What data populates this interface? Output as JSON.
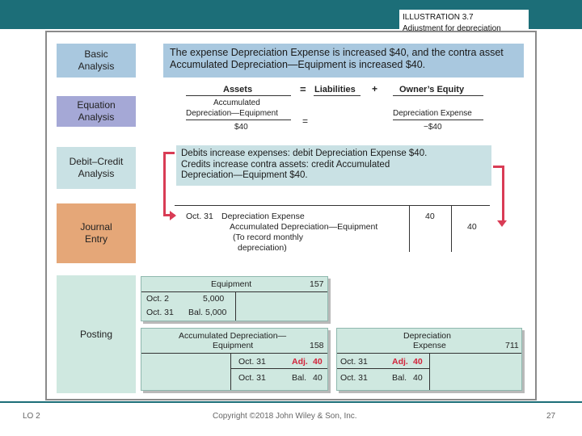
{
  "illustration": {
    "number": "ILLUSTRATION 3.7",
    "caption": "Adjustment for depreciation"
  },
  "labels": {
    "basic": "Basic\nAnalysis",
    "equation": "Equation\nAnalysis",
    "debit_credit": "Debit–Credit\nAnalysis",
    "journal": "Journal\nEntry",
    "posting": "Posting"
  },
  "basic_analysis": "The expense Depreciation Expense is increased $40, and the contra asset Accumulated Depreciation—Equipment is increased $40.",
  "equation": {
    "assets": "Assets",
    "equals": "=",
    "liabilities": "Liabilities",
    "plus": "+",
    "owners_equity": "Owner’s Equity",
    "asset_account_line1": "Accumulated",
    "asset_account_line2": "Depreciation—Equipment",
    "asset_amount": "$40",
    "equals2": "=",
    "equity_account": "Depreciation Expense",
    "equity_amount": "−$40"
  },
  "debit_credit": {
    "line1": "Debits increase expenses: debit Depreciation Expense $40.",
    "line2": "Credits increase contra assets: credit Accumulated",
    "line3": "Depreciation—Equipment $40."
  },
  "journal": {
    "date": "Oct. 31",
    "debit_account": "Depreciation Expense",
    "credit_account": "Accumulated Depreciation—Equipment",
    "memo1": "(To record monthly",
    "memo2": "depreciation)",
    "debit_amount": "40",
    "credit_amount": "40"
  },
  "posting": {
    "equipment": {
      "title": "Equipment",
      "number": "157",
      "row1_date": "Oct. 2",
      "row1_amt": "5,000",
      "row2_date": "Oct. 31",
      "row2_amt": "Bal. 5,000"
    },
    "accum_dep": {
      "title1": "Accumulated Depreciation—",
      "title2": "Equipment",
      "number": "158",
      "row1_date": "Oct. 31",
      "row1_label": "Adj.",
      "row1_amt": "40",
      "row2_date": "Oct. 31",
      "row2_label": "Bal.",
      "row2_amt": "40"
    },
    "dep_exp": {
      "title1": "Depreciation",
      "title2": "Expense",
      "number": "711",
      "row1_date": "Oct. 31",
      "row1_label": "Adj.",
      "row1_amt": "40",
      "row2_date": "Oct. 31",
      "row2_label": "Bal.",
      "row2_amt": "40"
    }
  },
  "footer": {
    "lo": "LO 2",
    "copyright": "Copyright ©2018 John Wiley & Son, Inc.",
    "page": "27"
  },
  "colors": {
    "header_bar": "#1c6e78",
    "basic_bg": "#a9c8df",
    "equation_bg": "#a5a8d6",
    "journal_bg": "#e5a778",
    "posting_bg": "#cfe8e0",
    "arrow": "#d93c55",
    "adj_red": "#d3223a"
  }
}
